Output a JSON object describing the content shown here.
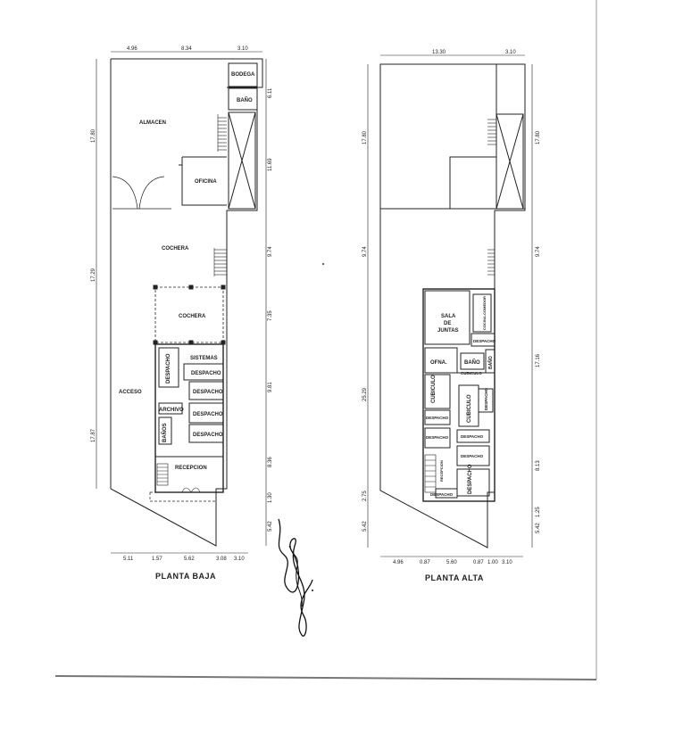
{
  "titles": {
    "ground": "PLANTA BAJA",
    "upper": "PLANTA ALTA"
  },
  "ground_rooms": {
    "bodega": "BODEGA",
    "bano": "BAÑO",
    "almacen": "ALMACEN",
    "oficina": "OFICINA",
    "cochera1": "COCHERA",
    "cochera2": "COCHERA",
    "sistemas": "SISTEMAS",
    "despacho_v": "DESPACHO",
    "despacho1": "DESPACHO",
    "despacho2": "DESPACHO",
    "despacho3": "DESPACHO",
    "despacho4": "DESPACHO",
    "archivo": "ARCHIVO",
    "banos": "BAÑOS",
    "acceso": "ACCESO",
    "recepcion": "RECEPCION"
  },
  "upper_rooms": {
    "sala1": "SALA",
    "sala2": "DE",
    "sala3": "JUNTAS",
    "cocina": "COCINA-COMEDOR",
    "despacho_r": "DESPACHO",
    "ofna": "OFNA.",
    "cubiculo_s": "CUBICULO",
    "bano1": "BAÑO",
    "bano2": "BAÑO",
    "cubiculo_l": "CUBICULO",
    "cubiculo_c": "CUBICULO",
    "despacho_v": "DESPACHO",
    "despacho_l1": "DESPACHO",
    "despacho_l2": "DESPACHO",
    "despacho_c1": "DESPACHO",
    "despacho_c2": "DESPACHO",
    "despacho_c3": "DESPACHO",
    "recepcion": "RECEPCION",
    "despacho_b": "DESPACHO"
  },
  "ground_dims": {
    "top1": "4.96",
    "top2": "8.34",
    "top3": "3.10",
    "left1": "17.80",
    "left2": "17.29",
    "left3": "17.87",
    "right1": "6.11",
    "right2": "11.69",
    "right3": "9.74",
    "right4": "7.35",
    "right5": "9.81",
    "right6": "8.36",
    "right7": "1.30",
    "right8": "5.42",
    "bot1": "5.11",
    "bot2": "1.57",
    "bot3": "5.62",
    "bot4": "3.08",
    "bot5": "3.10"
  },
  "upper_dims": {
    "top1": "13.30",
    "top2": "3.10",
    "left1": "17.80",
    "left2": "9.74",
    "left3": "25.29",
    "left4": "2.75",
    "left5": "5.42",
    "right1": "17.80",
    "right2": "9.74",
    "right3": "17.16",
    "right4": "8.13",
    "right5": "1.25",
    "right6": "5.42",
    "bot1": "4.96",
    "bot2": "0.87",
    "bot3": "5.60",
    "bot4": "0.87",
    "bot5": "1.00",
    "bot6": "3.10"
  },
  "colors": {
    "line": "#222222",
    "paper": "#ffffff"
  }
}
